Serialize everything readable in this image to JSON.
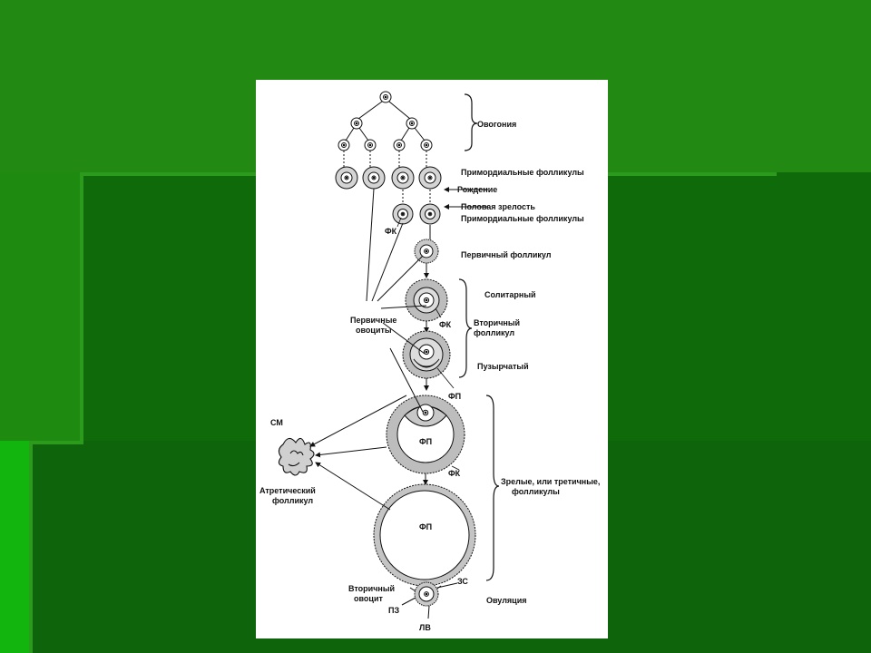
{
  "labels": {
    "oogonia": "Овогония",
    "primordial_1": "Примордиальные фолликулы",
    "birth": "Рождение",
    "puberty": "Половая зрелость",
    "primordial_2": "Примордиальные фолликулы",
    "fk_1": "ФК",
    "primary_follicle": "Первичный фолликул",
    "solitary": "Солитарный",
    "fk_2": "ФК",
    "secondary_follicle_1": "Вторичный",
    "secondary_follicle_2": "фолликул",
    "primary_oocytes_1": "Первичные",
    "primary_oocytes_2": "овоциты",
    "vesicular": "Пузырчатый",
    "fp_1": "ФП",
    "sm": "СМ",
    "fp_2": "ФП",
    "fk_3": "ФК",
    "atretic_1": "Атретический",
    "atretic_2": "фолликул",
    "mature_1": "Зрелые, или третичные,",
    "mature_2": "фолликулы",
    "fp_3": "ФП",
    "secondary_oocyte_1": "Вторичный",
    "secondary_oocyte_2": "овоцит",
    "zs": "ЗС",
    "ovulation": "Овуляция",
    "pz": "ПЗ",
    "lv": "ЛВ"
  }
}
